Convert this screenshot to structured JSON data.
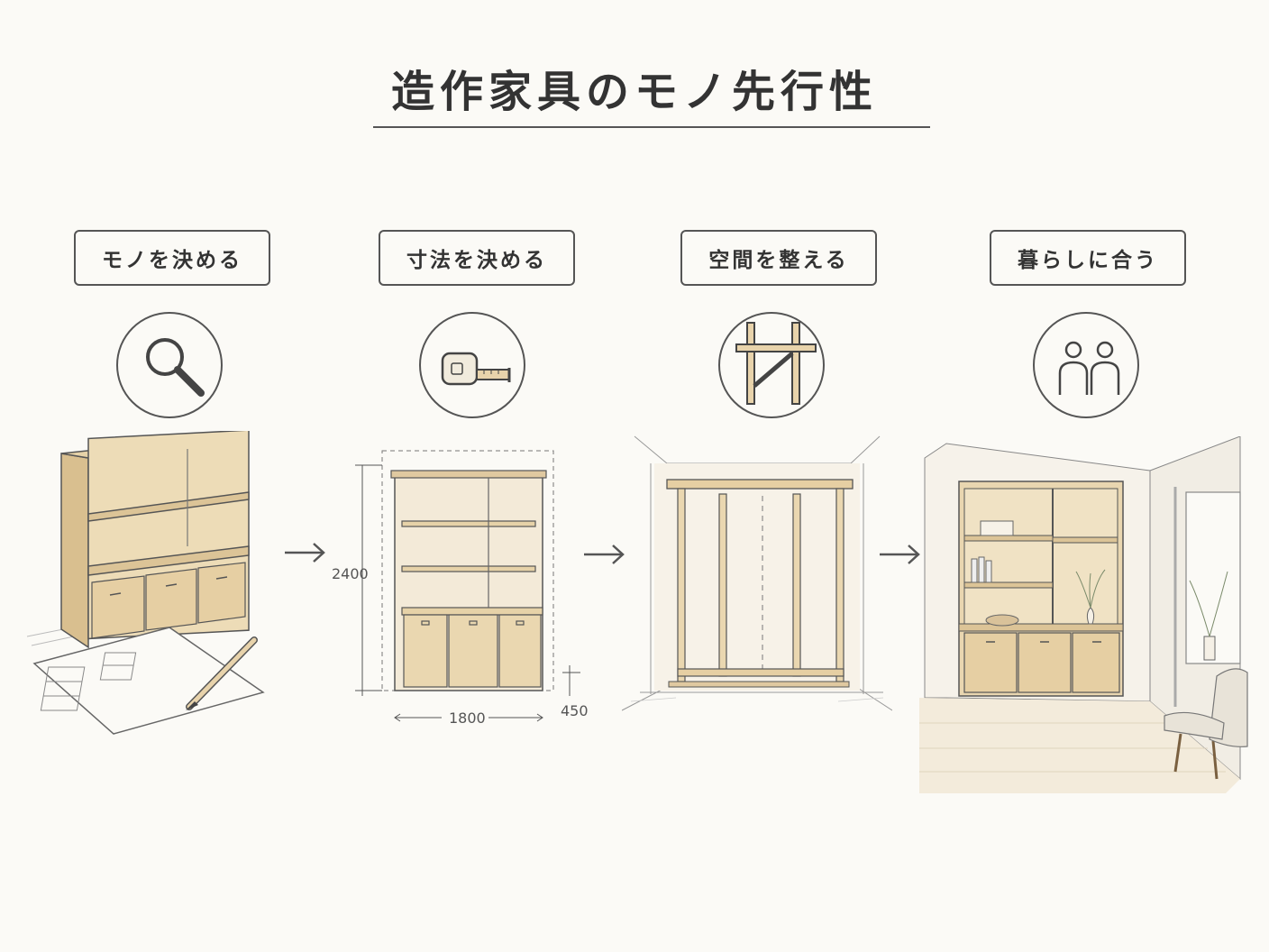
{
  "title": "造作家具のモノ先行性",
  "steps": [
    {
      "label": "モノを決める",
      "icon": "magnifier-icon"
    },
    {
      "label": "寸法を決める",
      "icon": "tape-measure-icon"
    },
    {
      "label": "空間を整える",
      "icon": "wood-frame-icon"
    },
    {
      "label": "暮らしに合う",
      "icon": "people-icon"
    }
  ],
  "dimensions": {
    "height": "2400",
    "width": "1800",
    "depth": "450"
  },
  "colors": {
    "background": "#fbfaf6",
    "line": "#555555",
    "wood": "#e8d3ab",
    "wood_dark": "#c9ab78"
  }
}
